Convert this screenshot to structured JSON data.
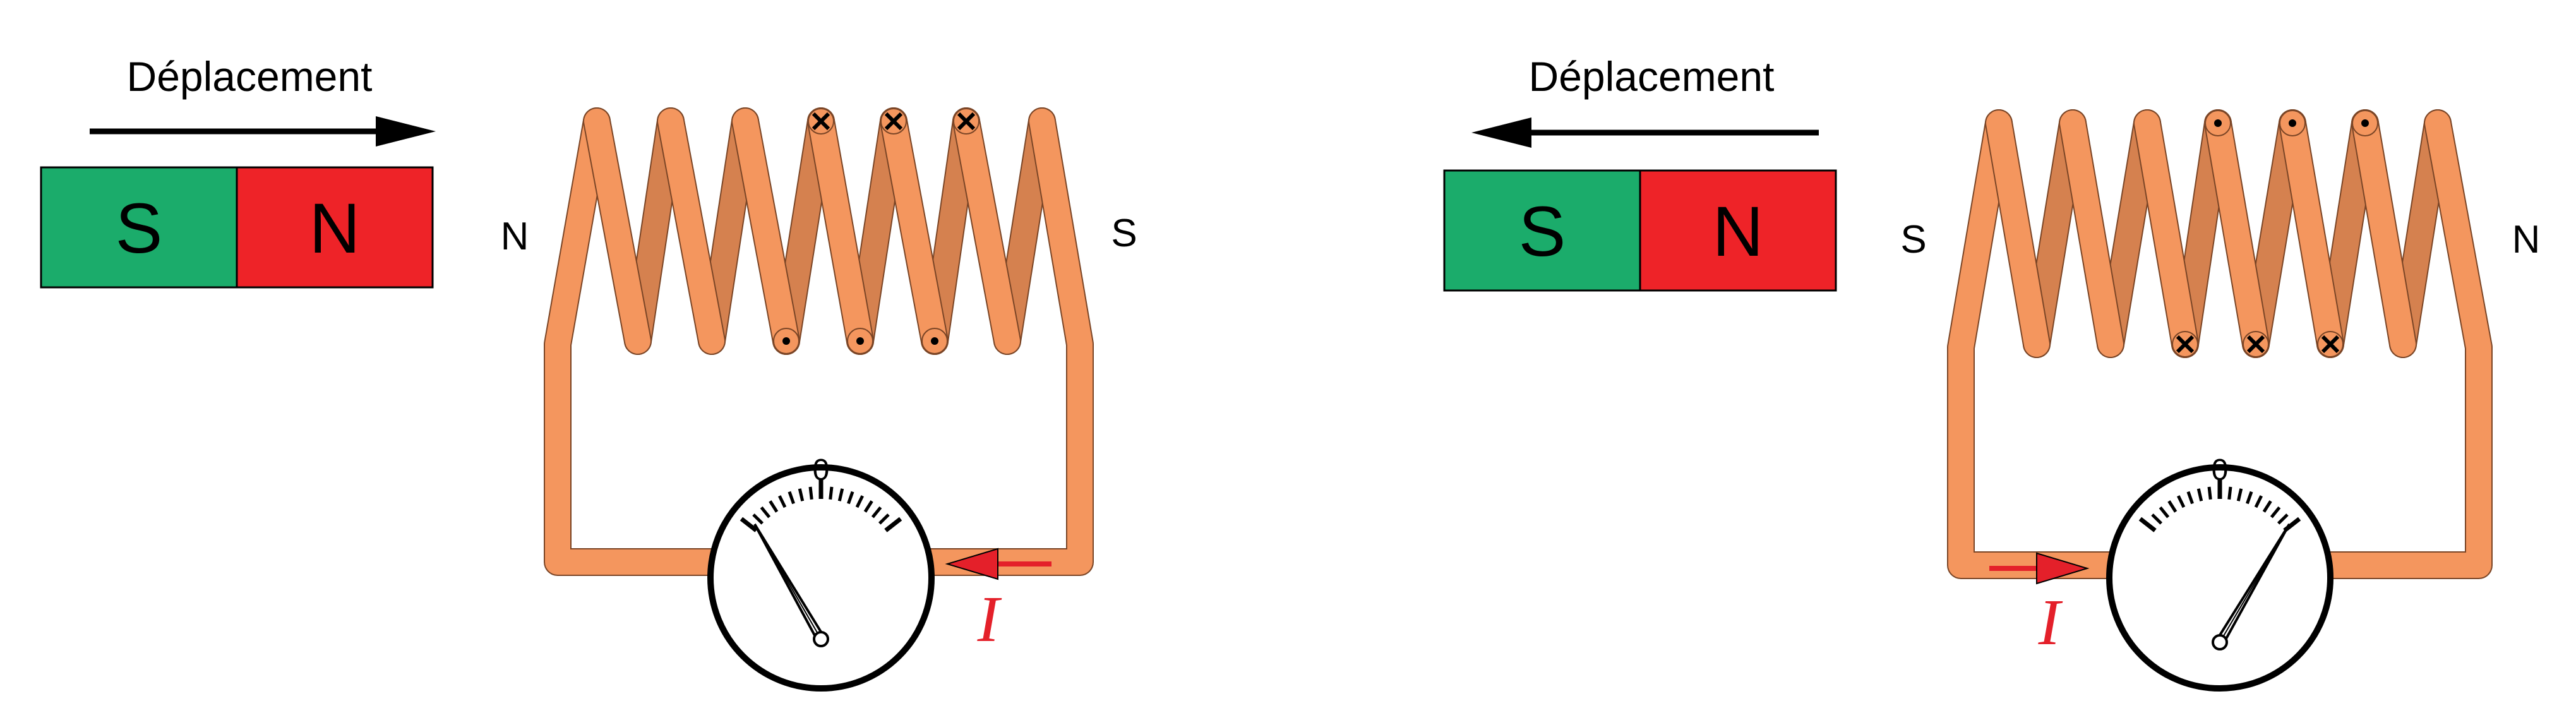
{
  "colors": {
    "wire_front": "#F4965E",
    "wire_back": "#D5814F",
    "wire_outline": "#7A4526",
    "magnet_south": "#1BAC6B",
    "magnet_north": "#EE2328",
    "current_arrow": "#E4202A",
    "current_label": "#E4202A"
  },
  "left": {
    "motion_label": "Déplacement",
    "motion_direction": "right",
    "magnet": {
      "south_label": "S",
      "north_label": "N"
    },
    "coil_left_pole": "N",
    "coil_right_pole": "S",
    "top_markers": [
      "none",
      "none",
      "none",
      "cross",
      "cross",
      "cross",
      "none"
    ],
    "bottom_markers": [
      "none",
      "none",
      "dot",
      "dot",
      "dot",
      "none"
    ],
    "meter": {
      "zero_label": "0",
      "needle_side": "left"
    },
    "current": {
      "label": "I",
      "direction": "left",
      "position": "right-of-meter"
    }
  },
  "right": {
    "motion_label": "Déplacement",
    "motion_direction": "left",
    "magnet": {
      "south_label": "S",
      "north_label": "N"
    },
    "coil_left_pole": "S",
    "coil_right_pole": "N",
    "top_markers": [
      "none",
      "none",
      "none",
      "dot",
      "dot",
      "dot",
      "none"
    ],
    "bottom_markers": [
      "none",
      "none",
      "cross",
      "cross",
      "cross",
      "none"
    ],
    "meter": {
      "zero_label": "0",
      "needle_side": "right"
    },
    "current": {
      "label": "I",
      "direction": "right",
      "position": "left-of-meter"
    }
  }
}
